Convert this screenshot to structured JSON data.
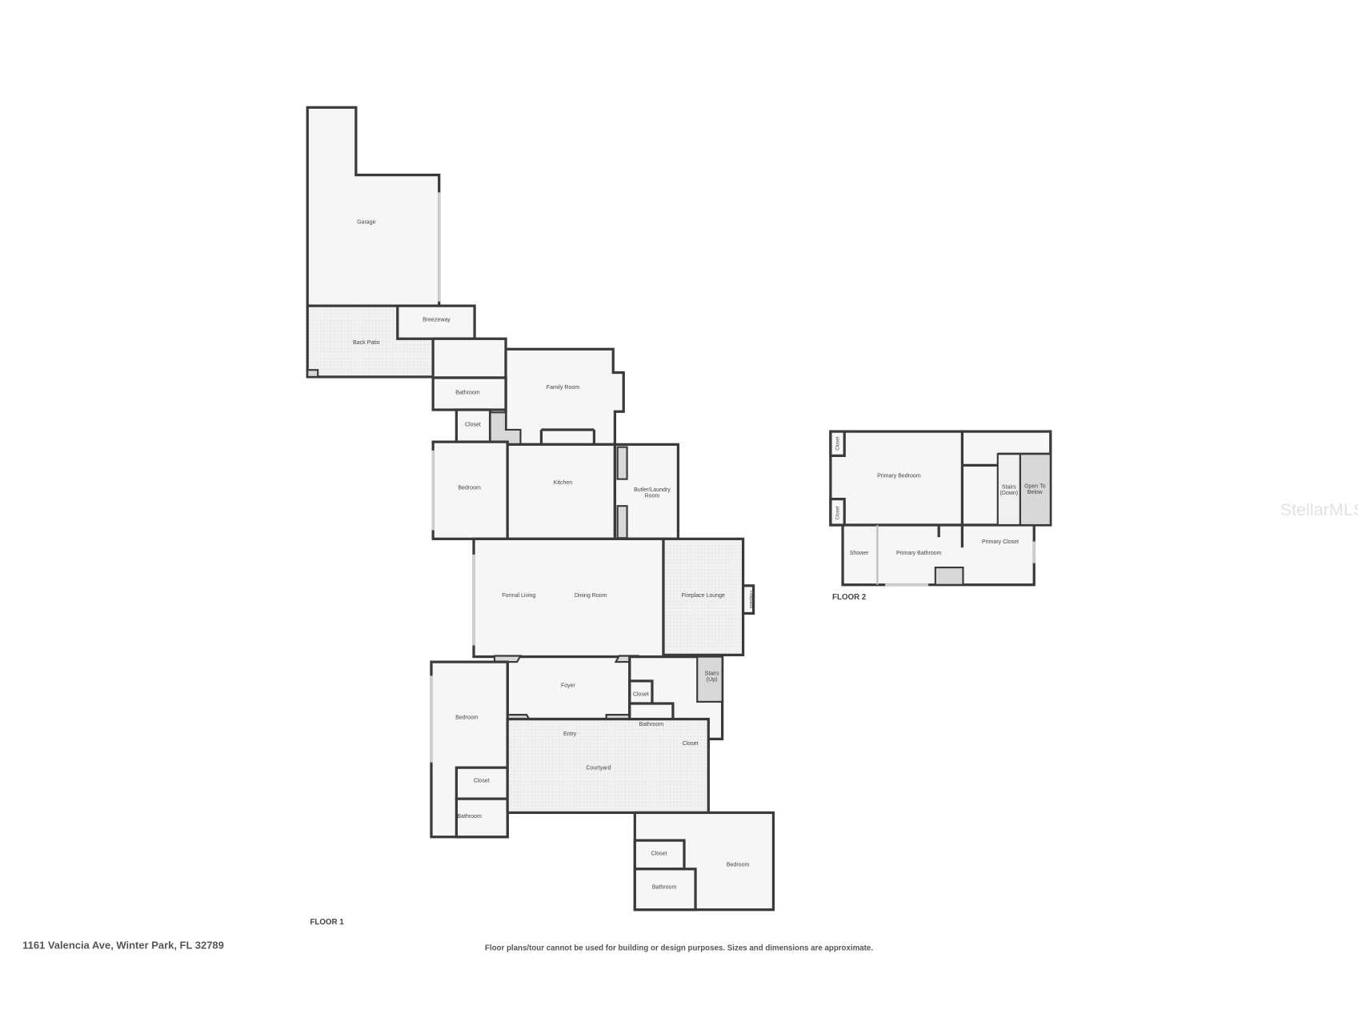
{
  "address": "1161 Valencia Ave, Winter Park, FL 32789",
  "disclaimer": "Floor plans/tour cannot be used for building or design purposes. Sizes and dimensions are approximate.",
  "watermark": "StellarMLS",
  "colors": {
    "wall": "#3a3a3a",
    "floor": "#f6f6f6",
    "text": "#444444"
  },
  "floor1": {
    "label": "FLOOR 1",
    "rooms": {
      "garage": "Garage",
      "breezeway": "Breezeway",
      "back_patio": "Back Patio",
      "family_room": "Family Room",
      "bathroom_a": "Bathroom",
      "closet_a": "Closet",
      "bedroom_a": "Bedroom",
      "kitchen": "Kitchen",
      "butler_1": "Butler/Laundry",
      "butler_2": "Room",
      "formal_living": "Formal Living",
      "dining_room": "Dining Room",
      "fireplace_lounge": "Fireplace Lounge",
      "fireplace": "Fireplace",
      "foyer": "Foyer",
      "stairs_1": "Stairs",
      "stairs_2": "(Up)",
      "closet_b": "Closet",
      "bathroom_b": "Bathroom",
      "closet_c": "Closet",
      "entry": "Entry",
      "bedroom_b": "Bedroom",
      "closet_d": "Closet",
      "bathroom_c": "Bathroom",
      "courtyard": "Courtyard",
      "closet_e": "Closet",
      "bathroom_d": "Bathroom",
      "bedroom_c": "Bedroom"
    }
  },
  "floor2": {
    "label": "FLOOR 2",
    "rooms": {
      "closet_top": "Closet",
      "closet_bottom": "Closet",
      "primary_bedroom": "Primary Bedroom",
      "stairs_1": "Stairs",
      "stairs_2": "(Down)",
      "open_1": "Open To",
      "open_2": "Below",
      "shower": "Shower",
      "primary_bathroom": "Primary Bathroom",
      "primary_closet": "Primary Closet"
    }
  }
}
